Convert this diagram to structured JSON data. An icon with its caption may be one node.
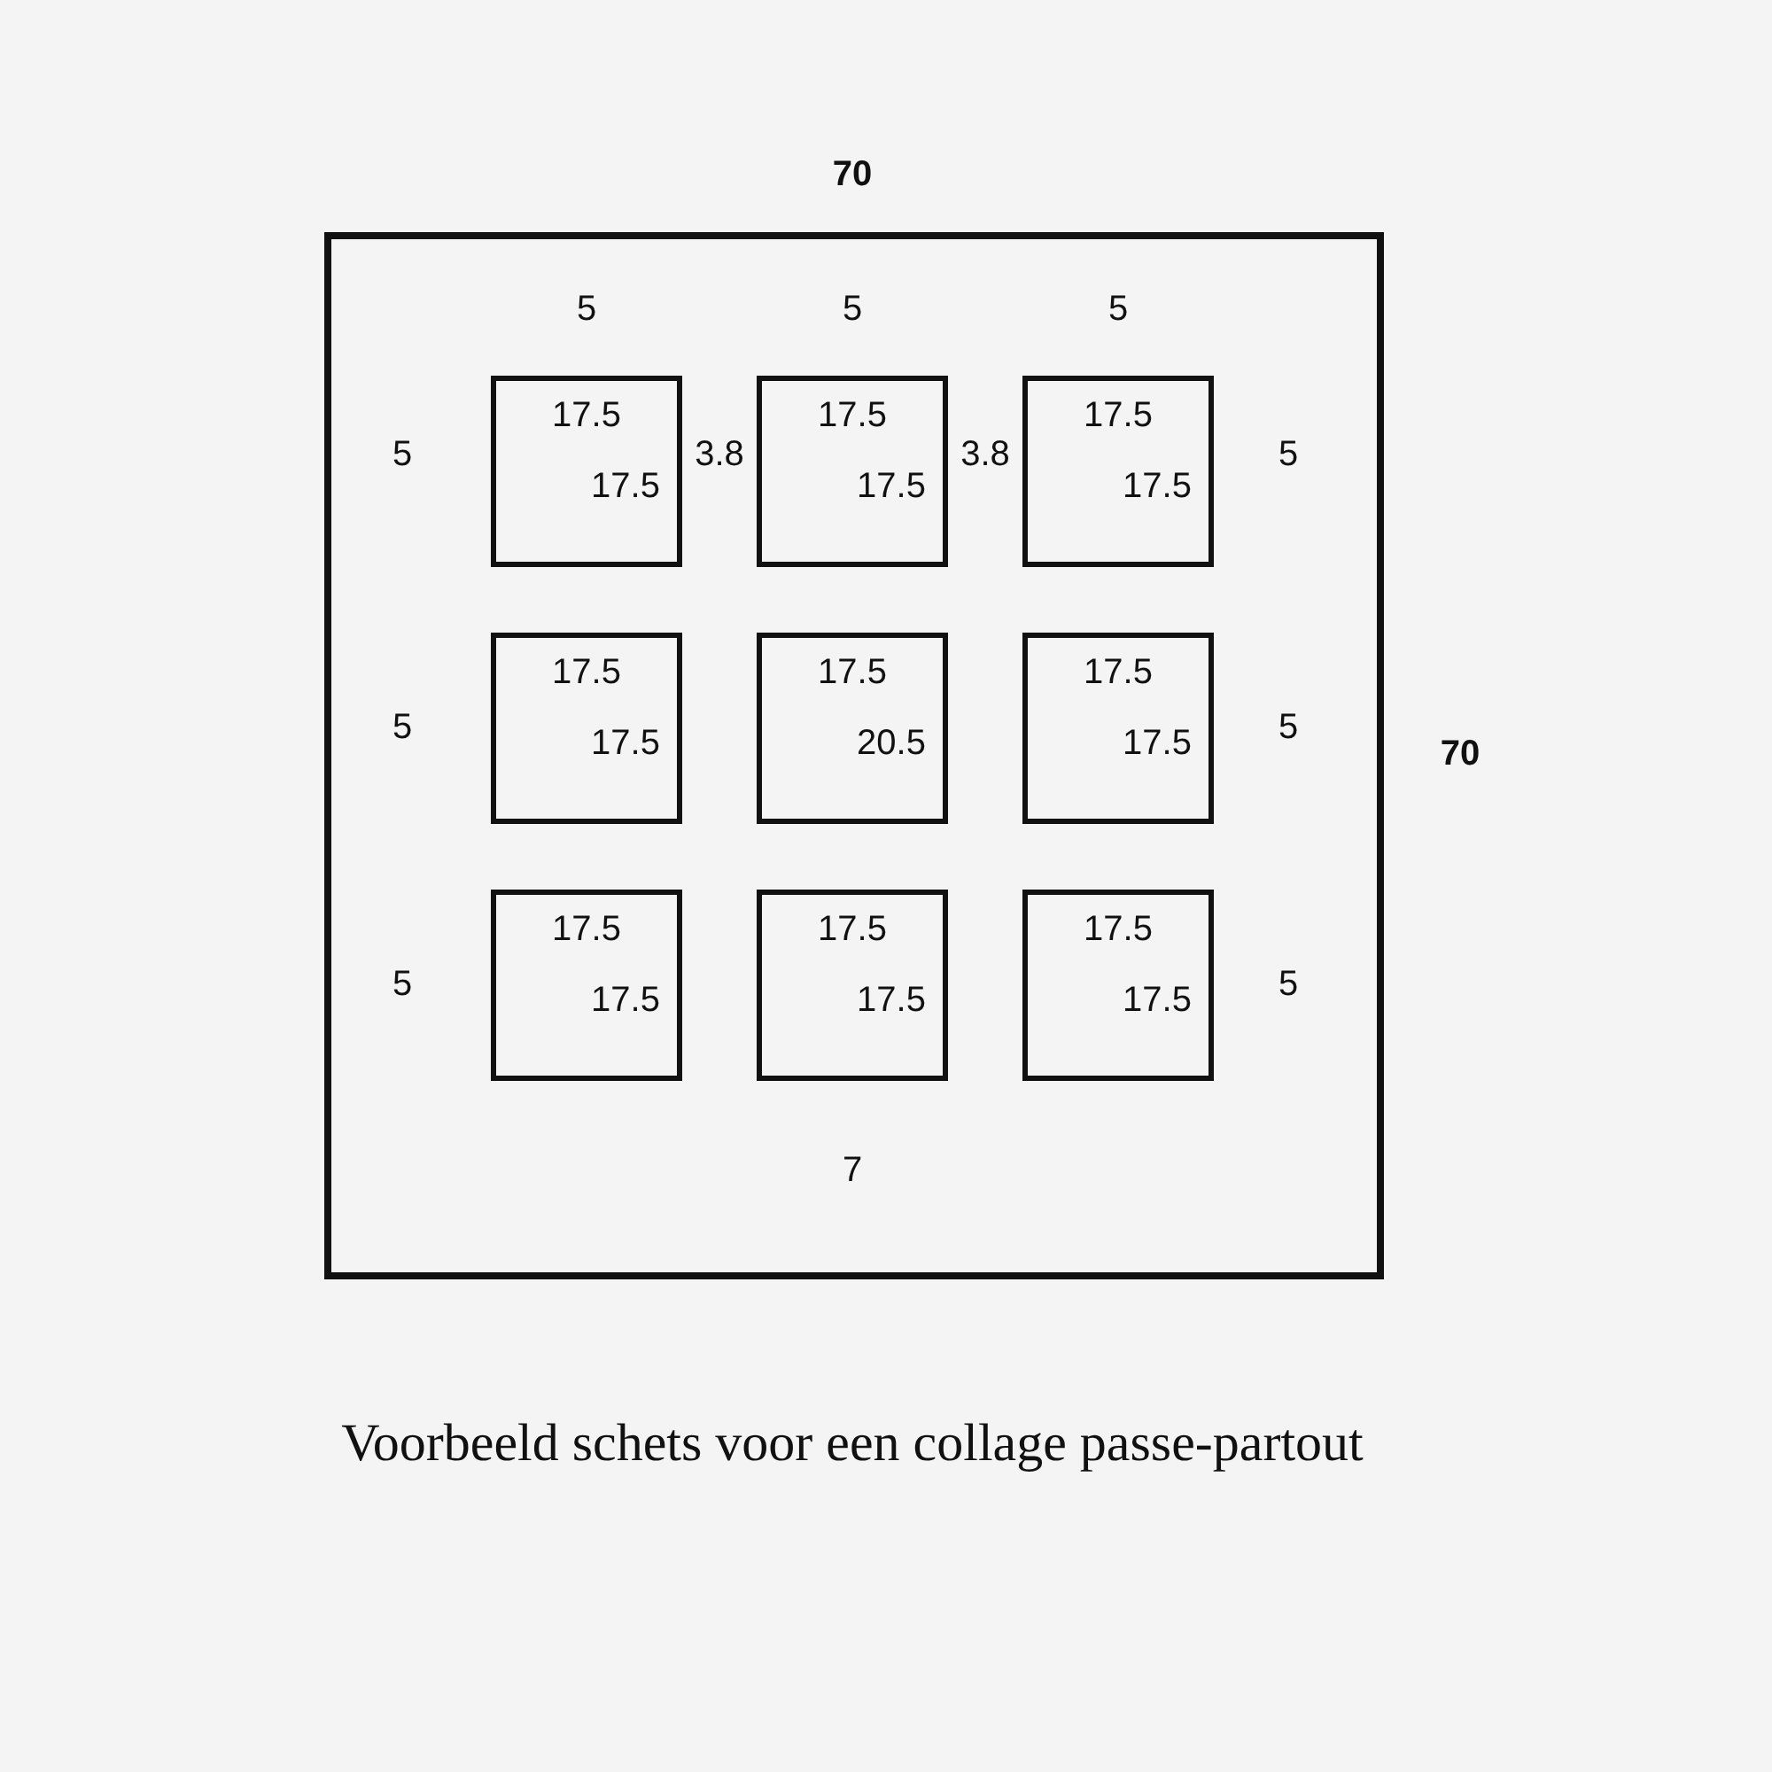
{
  "diagram": {
    "caption": "Voorbeeld schets voor een collage passe-partout",
    "nodes": [
      {
        "text": [],
        "shape": "box"
      },
      {
        "text": [
          "17.5",
          "17.5"
        ],
        "in": 0
      },
      {
        "text": [
          "17.5",
          "17.5"
        ],
        "in": 0
      },
      {
        "text": [
          "17.5",
          "17.5"
        ],
        "in": 0
      },
      {
        "text": [
          "17.5",
          "17.5"
        ],
        "in": 0
      },
      {
        "text": [
          "17.5",
          "20.5"
        ],
        "in": 0
      },
      {
        "text": [
          "17.5",
          "17.5"
        ],
        "in": 0
      },
      {
        "text": [
          "17.5",
          "17.5"
        ],
        "in": 0
      },
      {
        "text": [
          "17.5",
          "17.5"
        ],
        "in": 0
      },
      {
        "text": [
          "17.5",
          "17.5"
        ],
        "in": 0
      }
    ],
    "labels": [
      "70",
      "5",
      "5",
      "5",
      "5",
      "3.8",
      "3.8",
      "5",
      "5",
      "5",
      "70",
      "5",
      "5",
      "7"
    ]
  }
}
